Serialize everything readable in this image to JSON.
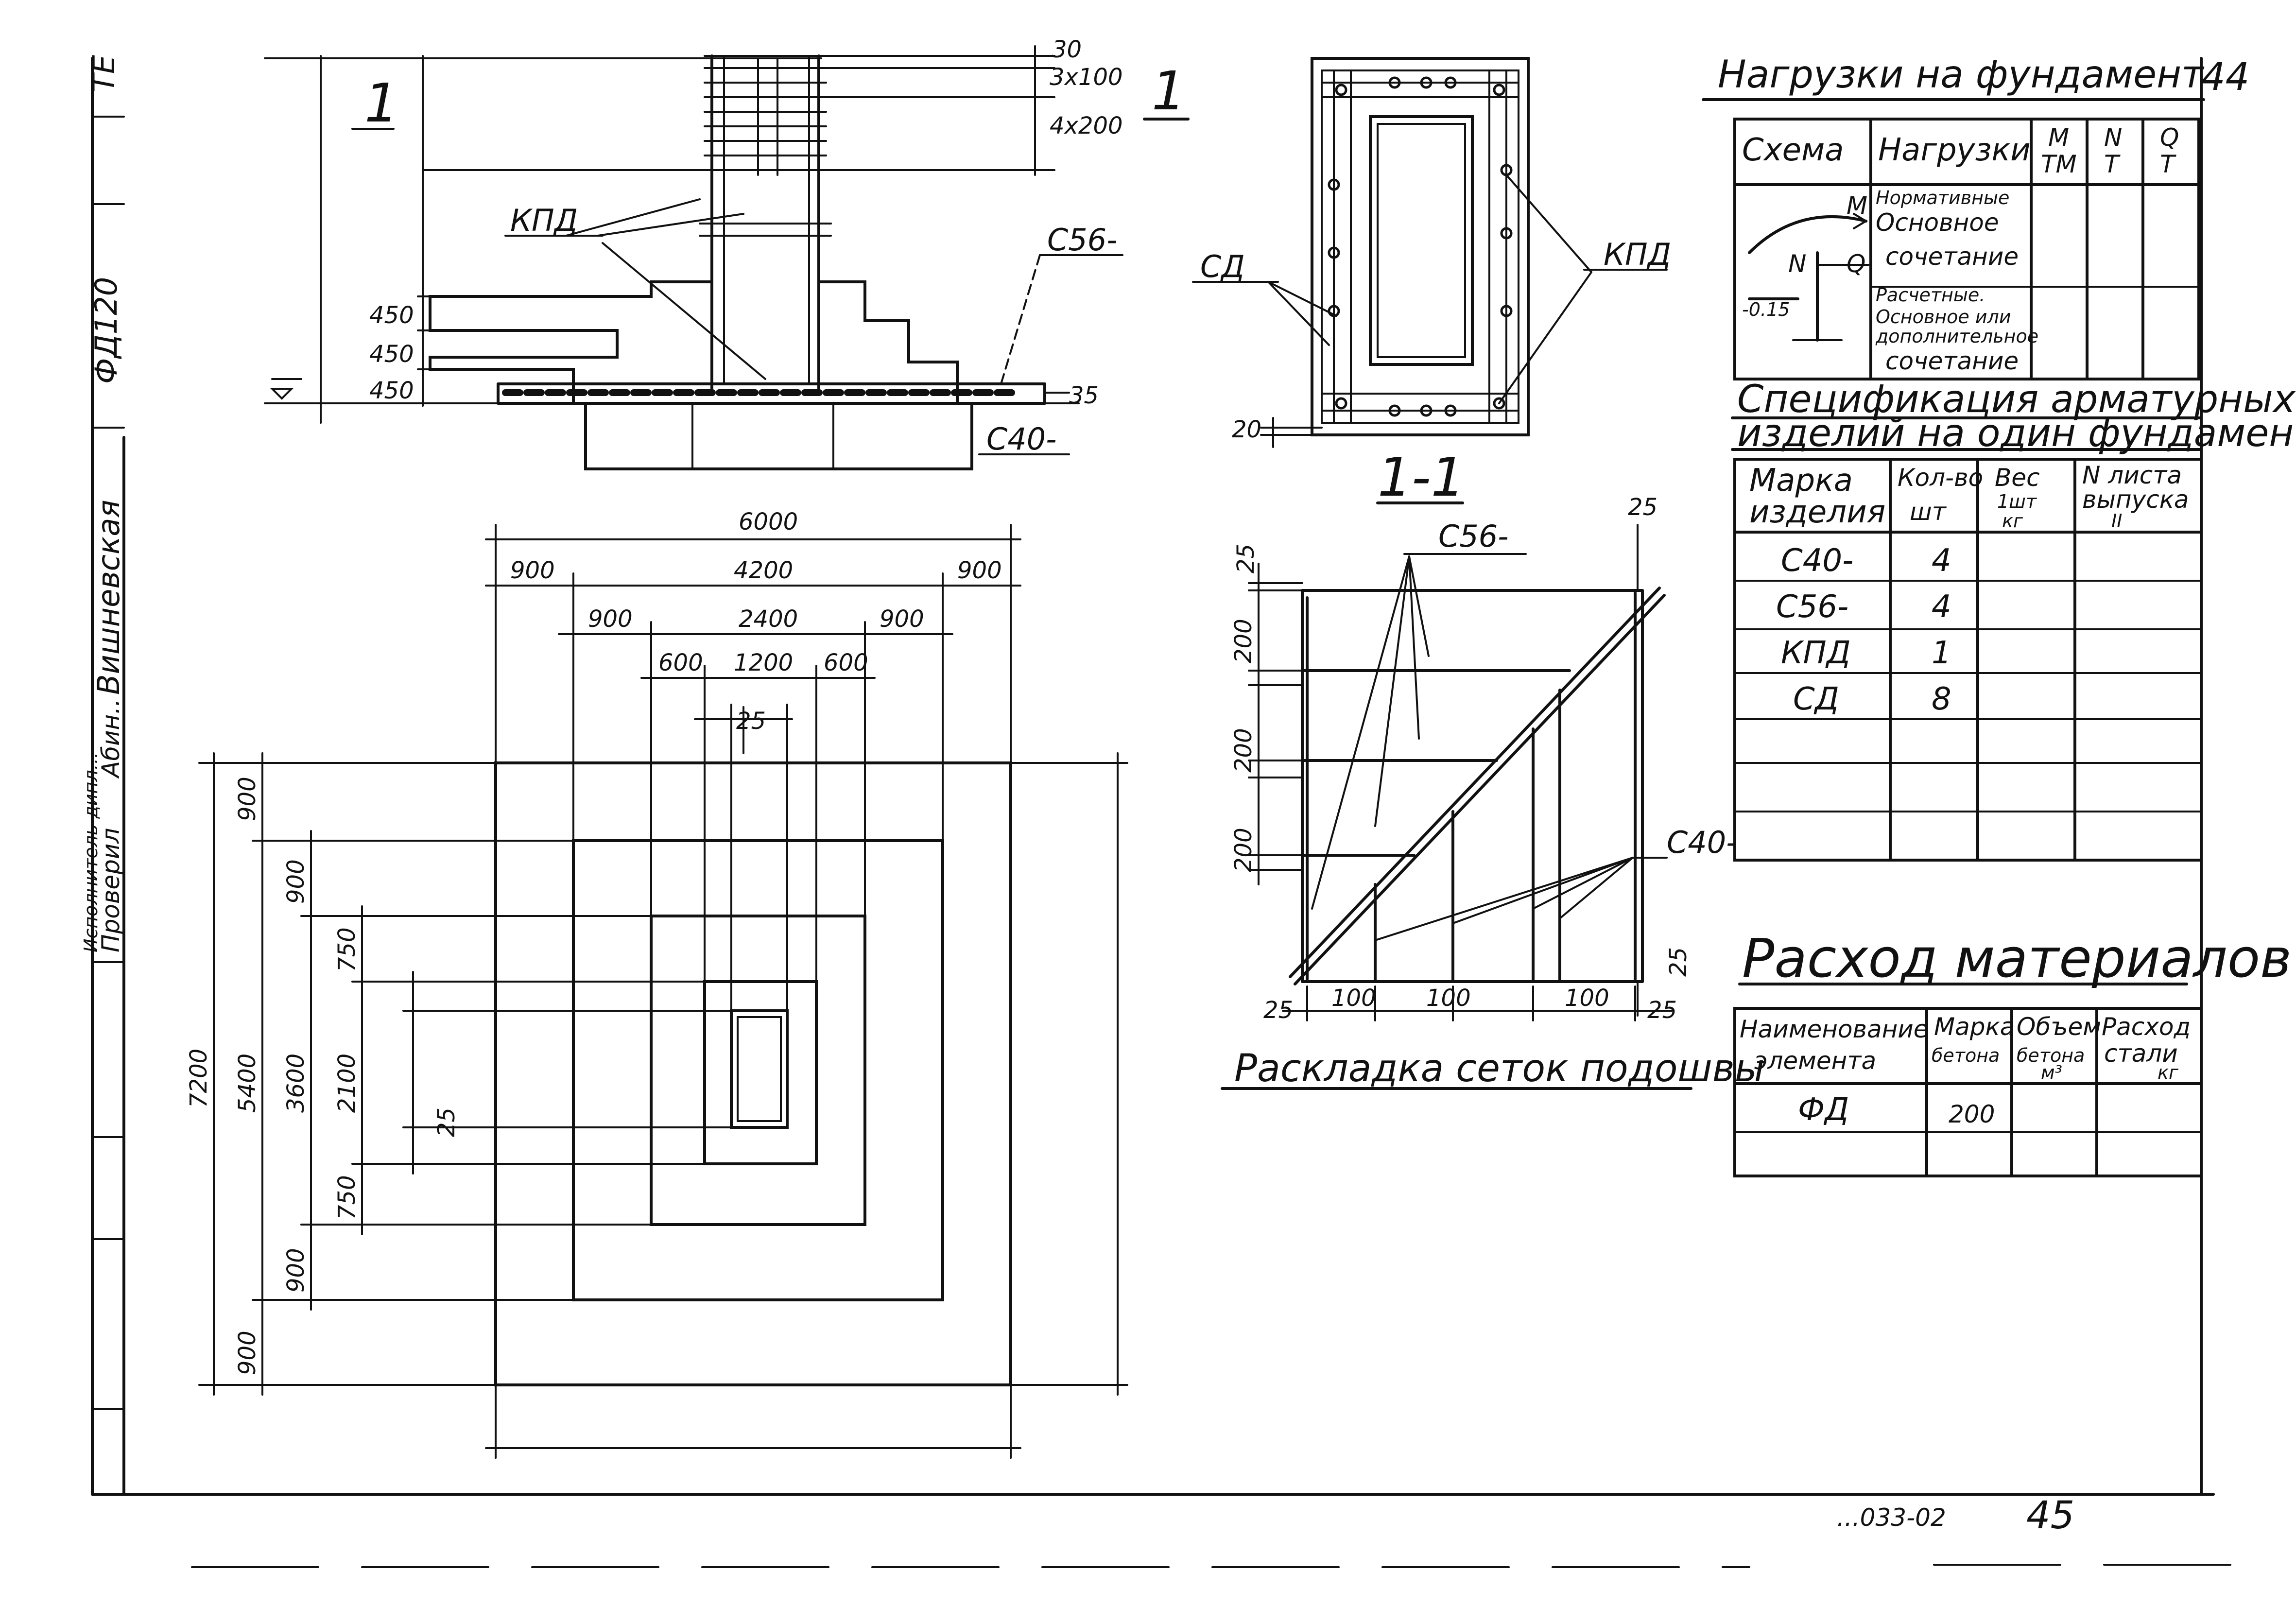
{
  "sheet": {
    "code": "ФД120",
    "stamp_cut": "ТЕ",
    "sheet_number_top": "44",
    "footer_code": "...033-02",
    "footer_page": "45"
  },
  "title_block": {
    "row1": "Исполнитель дипл...",
    "row2": "Проверил",
    "row2_sign": "Абин..",
    "person": "Вишневская"
  },
  "section1": {
    "label": "1",
    "label2": "1",
    "dims_right": [
      "30",
      "3x100",
      "4x200"
    ],
    "dims_left": [
      "450",
      "450",
      "450"
    ],
    "bottom_dim": "35",
    "callouts": {
      "kpd": "КПД",
      "c56": "С56-",
      "c40": "С40-",
      "sd": "СД",
      "kpd2": "КПД"
    },
    "section_small_dim": "20"
  },
  "section_1_1": {
    "label": "1-1"
  },
  "plan": {
    "top_dims": {
      "overall": "6000",
      "row2": [
        "900",
        "4200",
        "900"
      ],
      "row3": [
        "900",
        "2400",
        "900"
      ],
      "row4": [
        "600",
        "1200",
        "600"
      ],
      "small": "25"
    },
    "left_dims": {
      "overall": "7200",
      "row2": [
        "900",
        "5400",
        "900"
      ],
      "row3": [
        "900",
        "3600",
        "900"
      ],
      "row4": [
        "750",
        "2100",
        "750"
      ],
      "small": "25"
    }
  },
  "mesh_layout": {
    "title": "Раскладка сеток подошвы",
    "c56": "С56-",
    "c40": "С40-",
    "dims_top": [
      "25",
      "25"
    ],
    "dims_left": [
      "200",
      "200",
      "200"
    ],
    "dims_bottom": [
      "25",
      "100",
      "100",
      "100",
      "25"
    ],
    "dims_right": "25"
  },
  "loads_table": {
    "title": "Нагрузки на фундамент",
    "headers": [
      "Схема",
      "Нагрузки",
      "M",
      "ТМ",
      "N",
      "Т",
      "Q",
      "Т"
    ],
    "row1": [
      "Нормативные",
      "Основное",
      "сочетание"
    ],
    "row2": [
      "Расчетные.",
      "Основное или",
      "дополнительное",
      "сочетание"
    ],
    "scheme": {
      "m": "M",
      "n": "N",
      "q": "Q",
      "level": "-0.15"
    }
  },
  "spec_table": {
    "title_line1": "Спецификация арматурных",
    "title_line2": "изделий на один фундамент",
    "headers": [
      "Марка",
      "изделия",
      "Кол-во",
      "шт",
      "Вес",
      "1шт",
      "кг",
      "N листа",
      "выпуска",
      "II"
    ],
    "rows": [
      {
        "mark": "С40-",
        "qty": "4"
      },
      {
        "mark": "С56-",
        "qty": "4"
      },
      {
        "mark": "КПД",
        "qty": "1"
      },
      {
        "mark": "СД",
        "qty": "8"
      }
    ]
  },
  "materials_table": {
    "title": "Расход материалов",
    "headers": [
      "Наименование",
      "элемента",
      "Марка",
      "бетона",
      "Объем",
      "бетона",
      "м³",
      "Расход",
      "стали",
      "кг"
    ],
    "rows": [
      {
        "name": "ФД",
        "grade": "200"
      }
    ]
  }
}
